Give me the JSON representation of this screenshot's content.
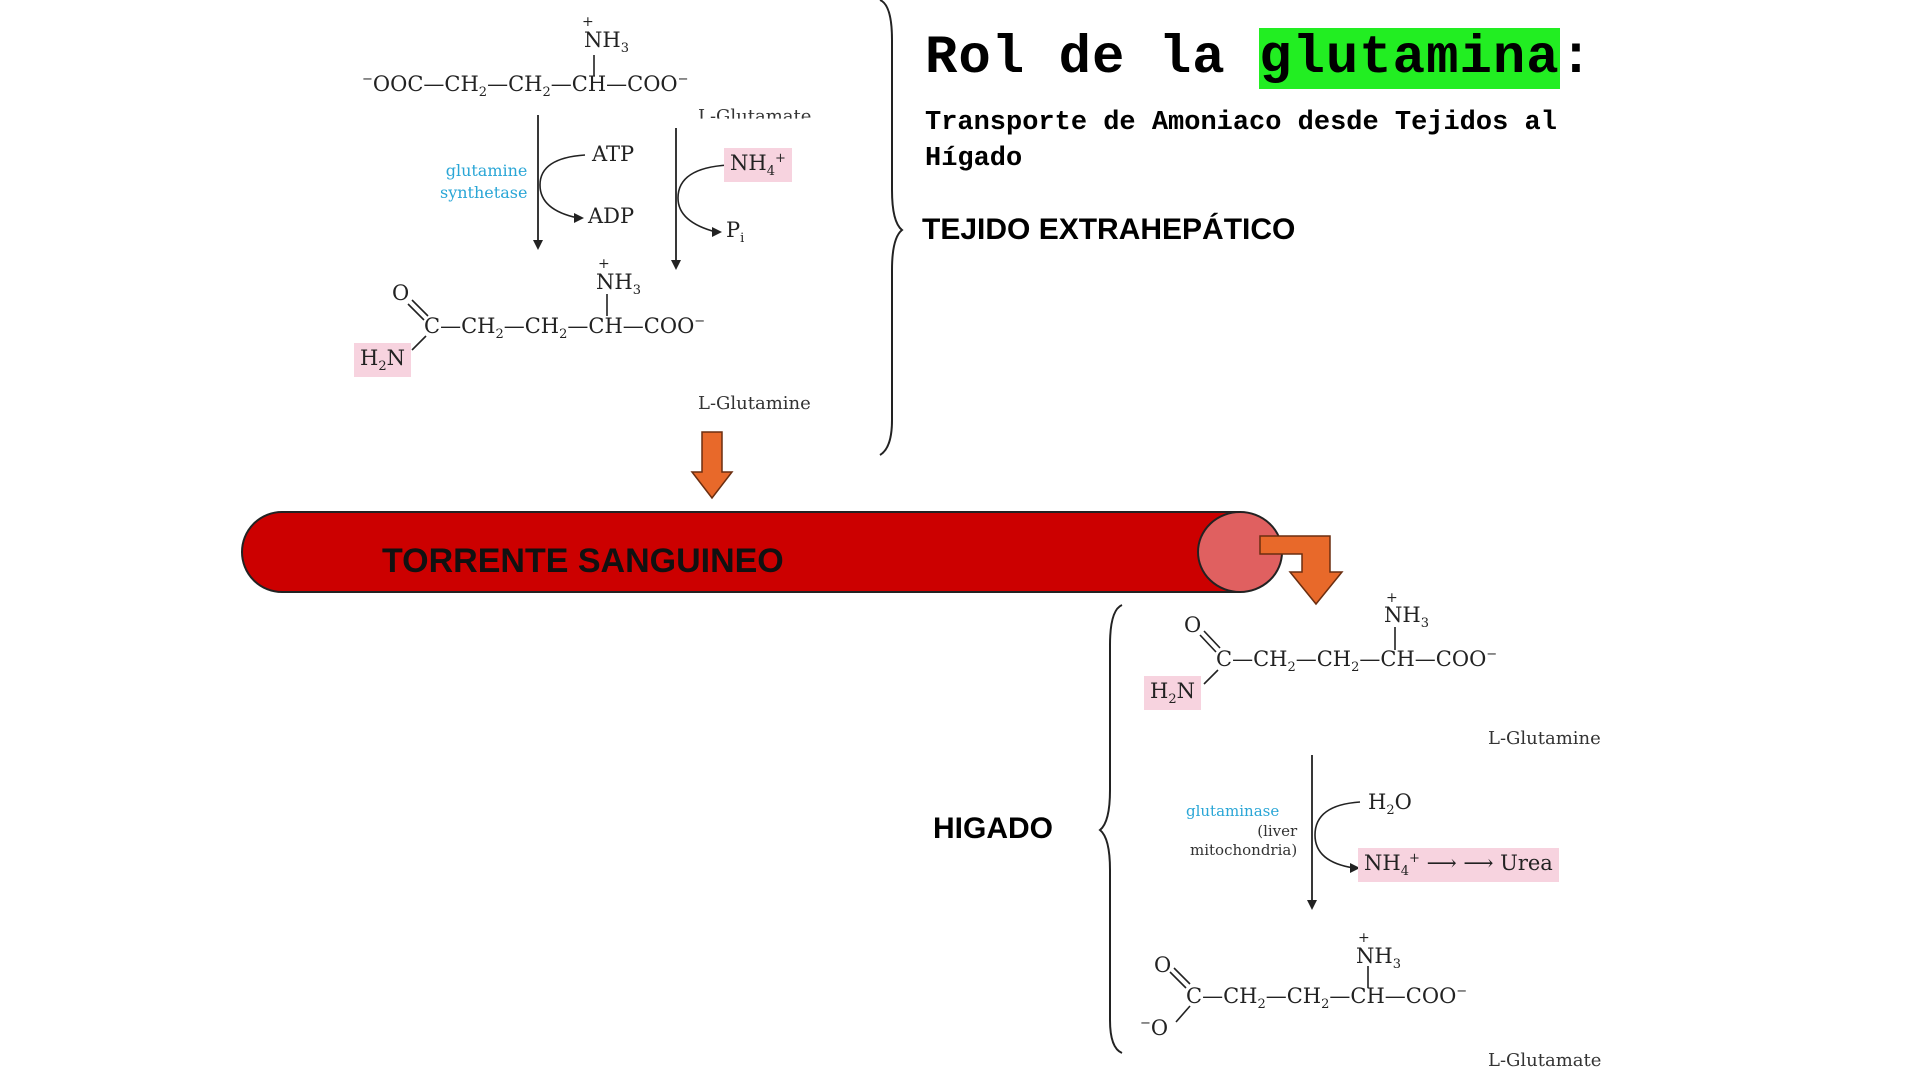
{
  "title": {
    "prefix": "Rol de la ",
    "highlight": "glutamina",
    "suffix": ":"
  },
  "subtitle": "Transporte de Amoniaco desde Tejidos al Hígado",
  "sections": {
    "extrahepatic": "TEJIDO EXTRAHEPÁTICO",
    "bloodstream": "TORRENTE SANGUINEO",
    "liver": "HIGADO"
  },
  "top_reaction": {
    "glutamate_name": "L-Glutamate",
    "glutamine_name": "L-Glutamine",
    "enzyme_line1": "glutamine",
    "enzyme_line2": "synthetase",
    "atp": "ATP",
    "adp": "ADP",
    "pi": "P",
    "pi_sub": "i",
    "nh4": "NH",
    "nh4_sub": "4",
    "nh4_sup": "+"
  },
  "bottom_reaction": {
    "glutamine_name": "L-Glutamine",
    "glutamate_name": "L-Glutamate",
    "enzyme": "glutaminase",
    "enzyme_note_line1": "(liver",
    "enzyme_note_line2": "mitochondria)",
    "water": "H",
    "water_sub": "2",
    "water_tail": "O",
    "nh4": "NH",
    "nh4_sub": "4",
    "nh4_sup": "+",
    "urea": "Urea"
  },
  "colors": {
    "title_highlight": "#22ee22",
    "vessel": "#cc0000",
    "vessel_end": "#e06060",
    "arrow": "#e8692a",
    "pink_box": "#f7d3df",
    "enzyme_text": "#2aa6d6"
  }
}
